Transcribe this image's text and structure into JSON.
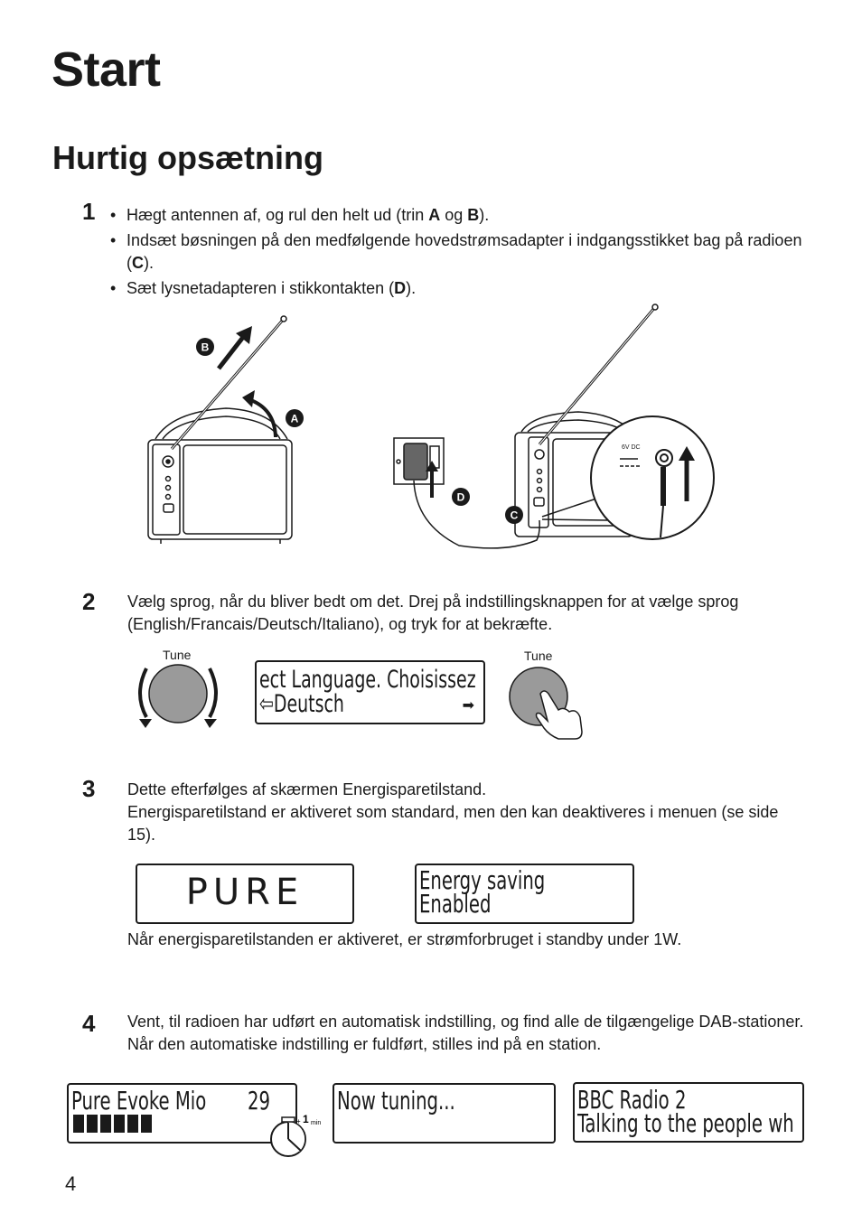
{
  "page": {
    "title": "Start",
    "subtitle": "Hurtig opsætning",
    "page_number": "4"
  },
  "step1": {
    "number": "1",
    "bullets": [
      {
        "pre": "Hægt antennen af, og rul den helt ud (trin ",
        "b1": "A",
        "mid": " og ",
        "b2": "B",
        "post": ")."
      },
      {
        "pre": "Indsæt bøsningen på den medfølgende hovedstrømsadapter i indgangsstikket bag på radioen (",
        "b1": "C",
        "post": ")."
      },
      {
        "pre": "Sæt lysnetadapteren i stikkontakten (",
        "b1": "D",
        "post": ")."
      }
    ],
    "labels": {
      "a": "A",
      "b": "B",
      "c": "C",
      "d": "D",
      "dc": "6V DC"
    }
  },
  "step2": {
    "number": "2",
    "text": "Vælg sprog, når du bliver bedt om det. Drej på indstillingsknappen for at vælge sprog (English/Francais/Deutsch/Italiano), og tryk for at bekræfte.",
    "tune_label": "Tune",
    "display_line1": "ect Language. Choisissez",
    "display_line2": "Deutsch"
  },
  "step3": {
    "number": "3",
    "text_line1": "Dette efterfølges af skærmen Energisparetilstand.",
    "text_line2": "Energisparetilstand er aktiveret som standard, men den kan deaktiveres i menuen (se side 15).",
    "logo_text": "PURE",
    "display_line1": "Energy saving",
    "display_line2": "Enabled",
    "note": "Når energisparetilstanden er aktiveret, er strømforbruget i standby under 1W."
  },
  "step4": {
    "number": "4",
    "text": "Vent, til radioen har udført en automatisk indstilling, og find alle de tilgængelige DAB-stationer. Når den automatiske indstilling er fuldført, stilles ind på en station.",
    "display1_line1": "Pure Evoke Mio",
    "display1_count": "29",
    "timer_label": "1",
    "timer_unit": "min",
    "display2_line1": "Now tuning...",
    "display3_line1": "BBC Radio 2",
    "display3_line2": "Talking to the people wh"
  }
}
